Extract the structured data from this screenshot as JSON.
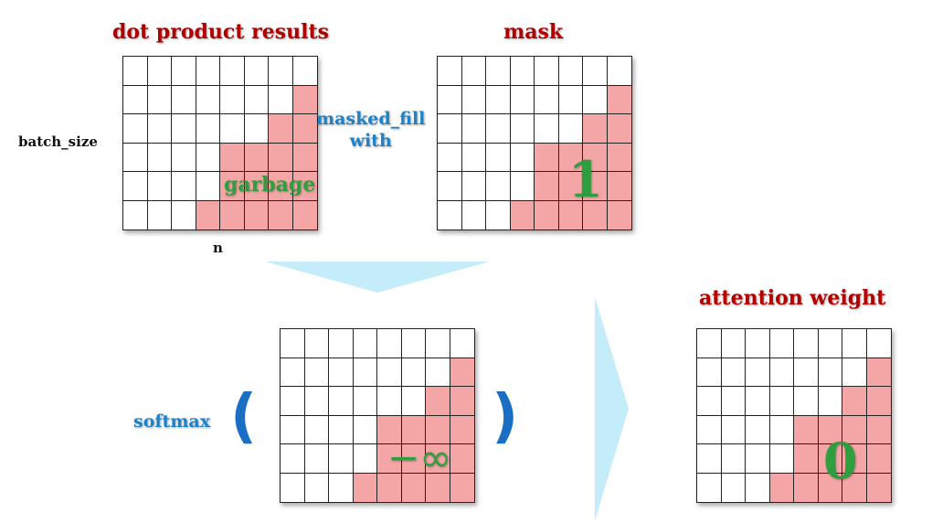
{
  "colors": {
    "title": "#b00000",
    "accent_blue": "#1e82c8",
    "accent_green": "#2e9e3e",
    "mask_fill": "#f4a6a6",
    "arrow": "#c5ecf9"
  },
  "titles": {
    "dot_product": "dot product results",
    "mask": "mask",
    "attention": "attention weight"
  },
  "labels": {
    "batch_size": "batch_size",
    "n": "n",
    "masked_fill_line1": "masked_fill",
    "masked_fill_line2": "with",
    "garbage": "garbage",
    "mask_value": "1",
    "softmax": "softmax",
    "open_paren": "(",
    "close_paren": ")",
    "neg_inf": "−∞",
    "zero": "0"
  },
  "grid": {
    "rows": 6,
    "cols": 8,
    "highlighted": [
      [
        0,
        0,
        0,
        0,
        0,
        0,
        0,
        0
      ],
      [
        0,
        0,
        0,
        0,
        0,
        0,
        0,
        1
      ],
      [
        0,
        0,
        0,
        0,
        0,
        0,
        1,
        1
      ],
      [
        0,
        0,
        0,
        0,
        1,
        1,
        1,
        1
      ],
      [
        0,
        0,
        0,
        0,
        1,
        1,
        1,
        1
      ],
      [
        0,
        0,
        0,
        1,
        1,
        1,
        1,
        1
      ]
    ]
  }
}
